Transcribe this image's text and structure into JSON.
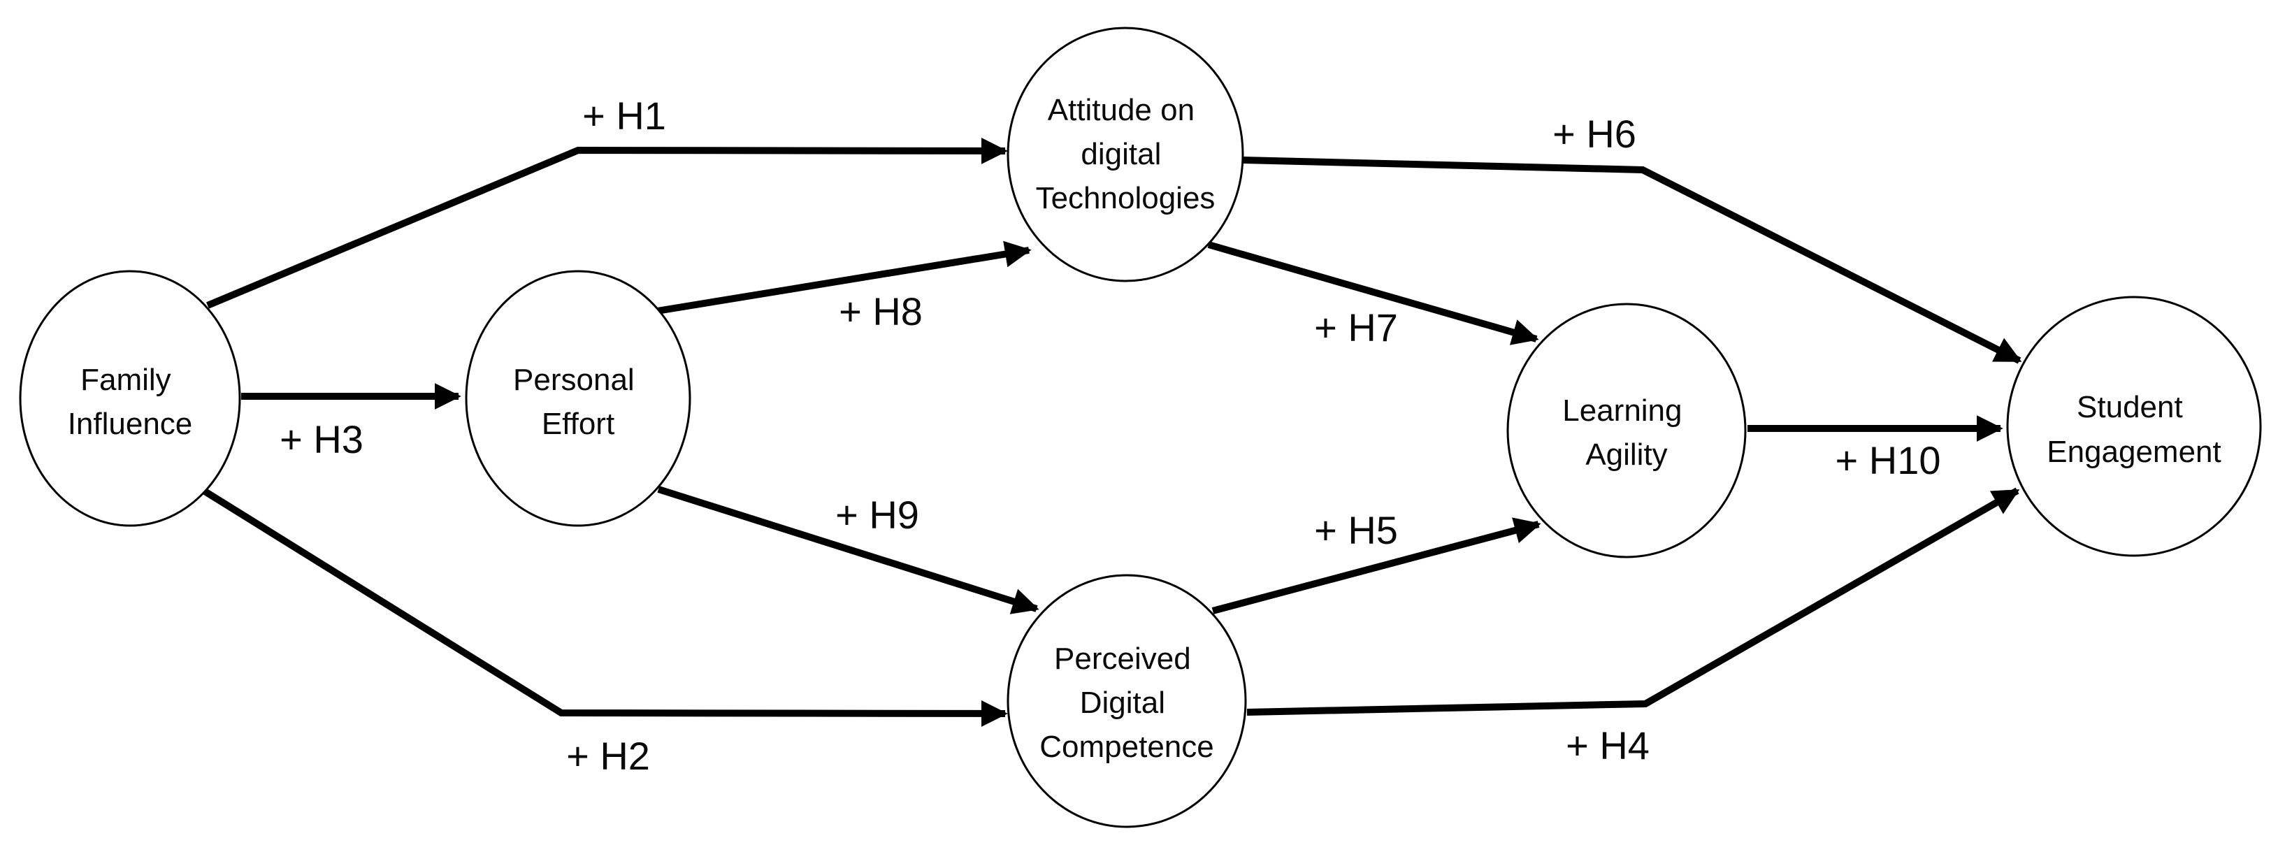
{
  "diagram": {
    "type": "path-model",
    "background_color": "#ffffff",
    "line_color": "#000000",
    "nodes": {
      "family_influence": {
        "lines": [
          "Family",
          "Influence"
        ]
      },
      "personal_effort": {
        "lines": [
          "Personal",
          "Effort"
        ]
      },
      "attitude_digital_tech": {
        "lines": [
          "Attitude on",
          "digital",
          "Technologies"
        ]
      },
      "perceived_digital_competence": {
        "lines": [
          "Perceived",
          "Digital",
          "Competence"
        ]
      },
      "learning_agility": {
        "lines": [
          "Learning",
          "Agility"
        ]
      },
      "student_engagement": {
        "lines": [
          "Student",
          "Engagement"
        ]
      }
    },
    "edges": {
      "h1": {
        "label": "+ H1",
        "from": "family_influence",
        "to": "attitude_digital_tech"
      },
      "h2": {
        "label": "+ H2",
        "from": "family_influence",
        "to": "perceived_digital_competence"
      },
      "h3": {
        "label": "+ H3",
        "from": "family_influence",
        "to": "personal_effort"
      },
      "h4": {
        "label": "+ H4",
        "from": "perceived_digital_competence",
        "to": "student_engagement"
      },
      "h5": {
        "label": "+ H5",
        "from": "perceived_digital_competence",
        "to": "learning_agility"
      },
      "h6": {
        "label": "+ H6",
        "from": "attitude_digital_tech",
        "to": "student_engagement"
      },
      "h7": {
        "label": "+ H7",
        "from": "attitude_digital_tech",
        "to": "learning_agility"
      },
      "h8": {
        "label": "+ H8",
        "from": "personal_effort",
        "to": "attitude_digital_tech"
      },
      "h9": {
        "label": "+ H9",
        "from": "personal_effort",
        "to": "perceived_digital_competence"
      },
      "h10": {
        "label": "+ H10",
        "from": "learning_agility",
        "to": "student_engagement"
      }
    }
  }
}
